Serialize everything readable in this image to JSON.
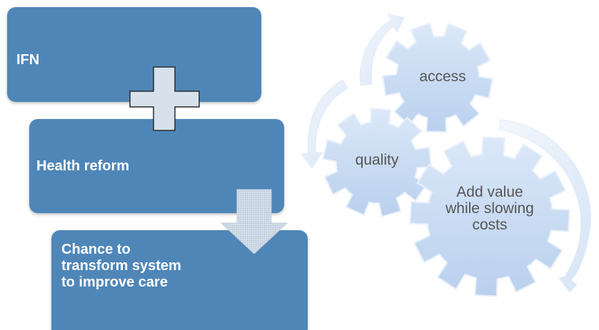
{
  "boxes": {
    "ifn": "IFN",
    "reform": "Health reform",
    "chance": "Chance to transform system to improve care"
  },
  "gears": {
    "access": "access",
    "quality": "quality",
    "value": "Add value while slowing costs"
  },
  "colors": {
    "box_fill": "#4f86b8",
    "gear_fill": "#cfe0f6",
    "arrow_fill": "#e3edf9",
    "plus_fill": "#d6e1ec",
    "down_arrow_fill": "#c6d3e1"
  },
  "icons": [
    "plus-icon",
    "down-arrow-icon",
    "circular-arrow-icon"
  ]
}
